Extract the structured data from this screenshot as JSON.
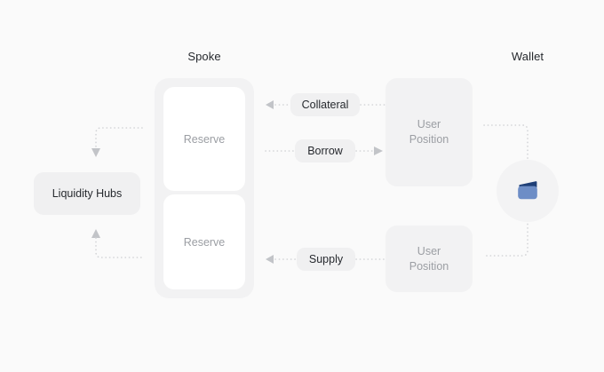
{
  "page": {
    "background_color": "#fafafa"
  },
  "headings": {
    "spoke": "Spoke",
    "wallet": "Wallet"
  },
  "left": {
    "liquidity_hubs_label": "Liquidity Hubs"
  },
  "spoke": {
    "reserves": [
      {
        "label": "Reserve"
      },
      {
        "label": "Reserve"
      }
    ]
  },
  "actions": [
    {
      "label": "Collateral",
      "direction": "left"
    },
    {
      "label": "Borrow",
      "direction": "right"
    },
    {
      "label": "Supply",
      "direction": "left"
    }
  ],
  "positions": [
    {
      "line1": "User",
      "line2": "Position"
    },
    {
      "line1": "User",
      "line2": "Position"
    }
  ],
  "wallet": {
    "icon": "wallet-icon",
    "flap_color": "#1f3f77",
    "body_color": "#6d8dc6",
    "badge_color": "#f3f3f4"
  },
  "colors": {
    "connector": "#d2d3d6",
    "arrow": "#c2c4c8",
    "card_surface": "#ffffff",
    "panel_surface": "#f2f2f3",
    "pill_surface": "#f0f0f1",
    "text_primary": "#26292e",
    "text_muted": "#9b9ea3"
  }
}
